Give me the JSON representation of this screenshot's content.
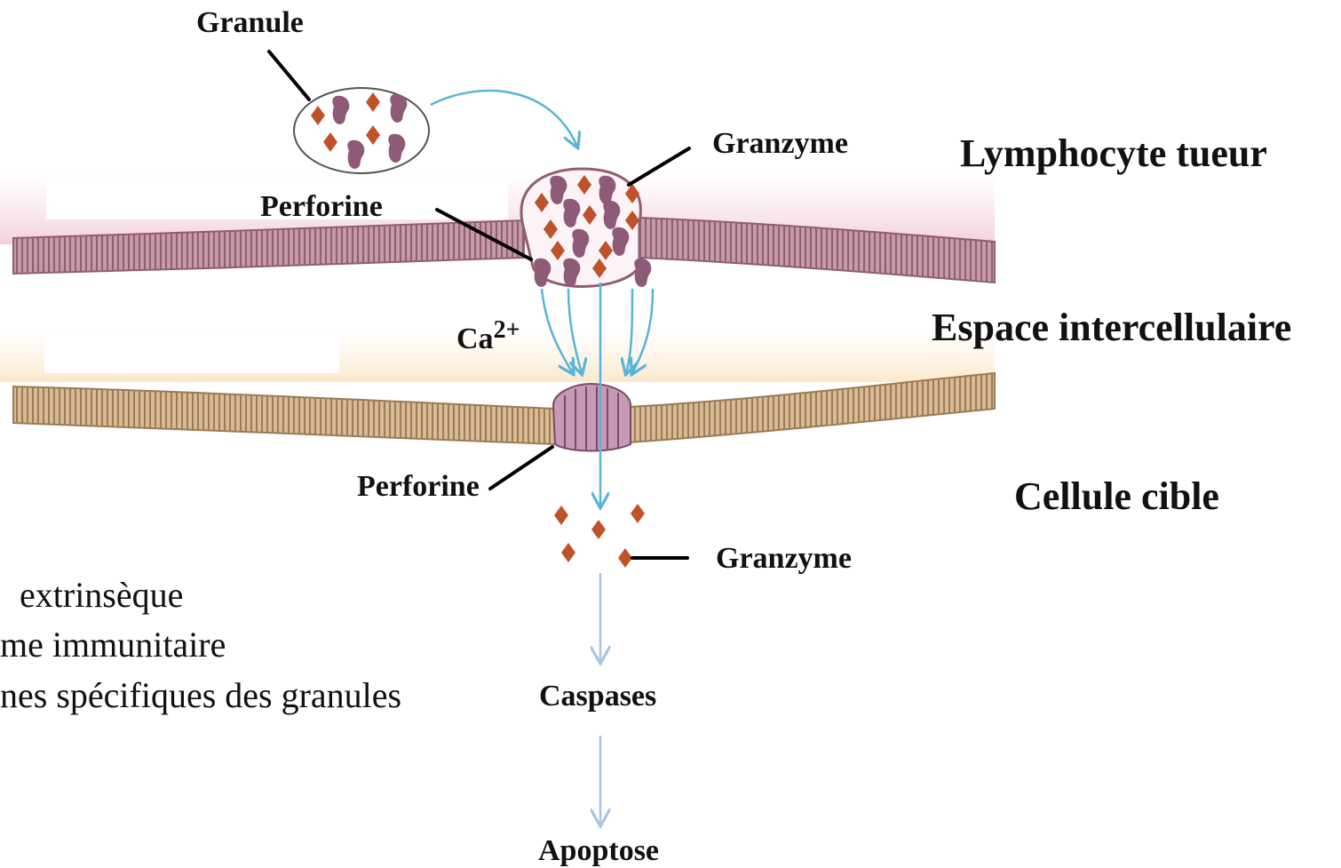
{
  "labels": {
    "granule": "Granule",
    "perforine_top": "Perforine",
    "granzyme_top": "Granzyme",
    "ca_base": "Ca",
    "ca_sup": "2+",
    "perforine_bottom": "Perforine",
    "granzyme_bottom": "Granzyme",
    "caspases": "Caspases",
    "apoptose": "Apoptose"
  },
  "regions": {
    "killer": "Lymphocyte tueur",
    "space": "Espace intercellulaire",
    "target": "Cellule cible"
  },
  "background_text": [
    "extrinsèque",
    "me immunitaire",
    "nes spécifiques des granules"
  ],
  "colors": {
    "membrane_top": "#a77a8a",
    "membrane_bottom": "#b99870",
    "granzyme": "#c0522a",
    "perforine": "#8e5a78",
    "arrow_blue": "#59b4d8",
    "arrow_light": "#a9c4e2"
  }
}
